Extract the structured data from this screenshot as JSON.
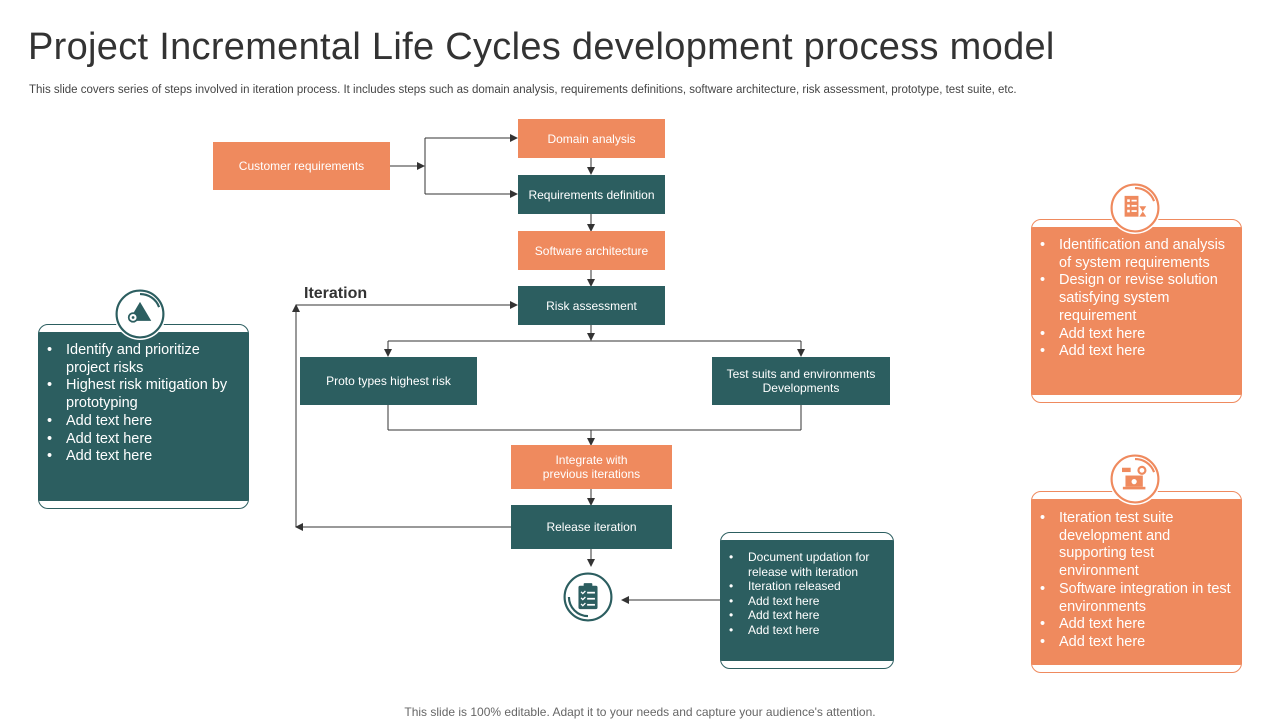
{
  "slide": {
    "title": "Project Incremental Life Cycles development process model",
    "subtitle": "This slide covers series of steps involved in iteration process. It includes steps such as domain analysis, requirements definitions, software architecture, risk assessment, prototype, test suite, etc.",
    "footer": "This slide is 100% editable. Adapt it to your needs and capture your audience's attention."
  },
  "colors": {
    "orange": "#ef8a5e",
    "teal": "#2c5e60"
  },
  "flow": {
    "customer_requirements": "Customer requirements",
    "domain_analysis": "Domain analysis",
    "requirements_definition": "Requirements definition",
    "software_architecture": "Software architecture",
    "risk_assessment": "Risk assessment",
    "prototypes": "Proto types highest risk",
    "test_suits": "Test suits and environments Developments",
    "integrate": "Integrate with previous iterations",
    "release": "Release iteration",
    "iteration_label": "Iteration"
  },
  "cards": {
    "left": {
      "icon": "gear-triangle-icon",
      "items": [
        "Identify and prioritize project risks",
        "Highest risk mitigation by prototyping",
        "Add text here",
        "Add text here",
        "Add text here"
      ]
    },
    "right_top": {
      "icon": "checklist-hourglass-icon",
      "items": [
        "Identification and analysis of system requirements",
        "Design or revise  solution satisfying system requirement",
        "Add text here",
        "Add text here"
      ]
    },
    "right_bottom": {
      "icon": "laptop-gear-icon",
      "items": [
        "Iteration test suite development and supporting test environment",
        "Software integration in test environments",
        "Add text here",
        "Add text here"
      ]
    },
    "bottom_center": {
      "icon": "clipboard-icon",
      "items": [
        "Document updation for release with iteration",
        "Iteration released",
        "Add text here",
        "Add text here",
        "Add text here"
      ]
    }
  }
}
